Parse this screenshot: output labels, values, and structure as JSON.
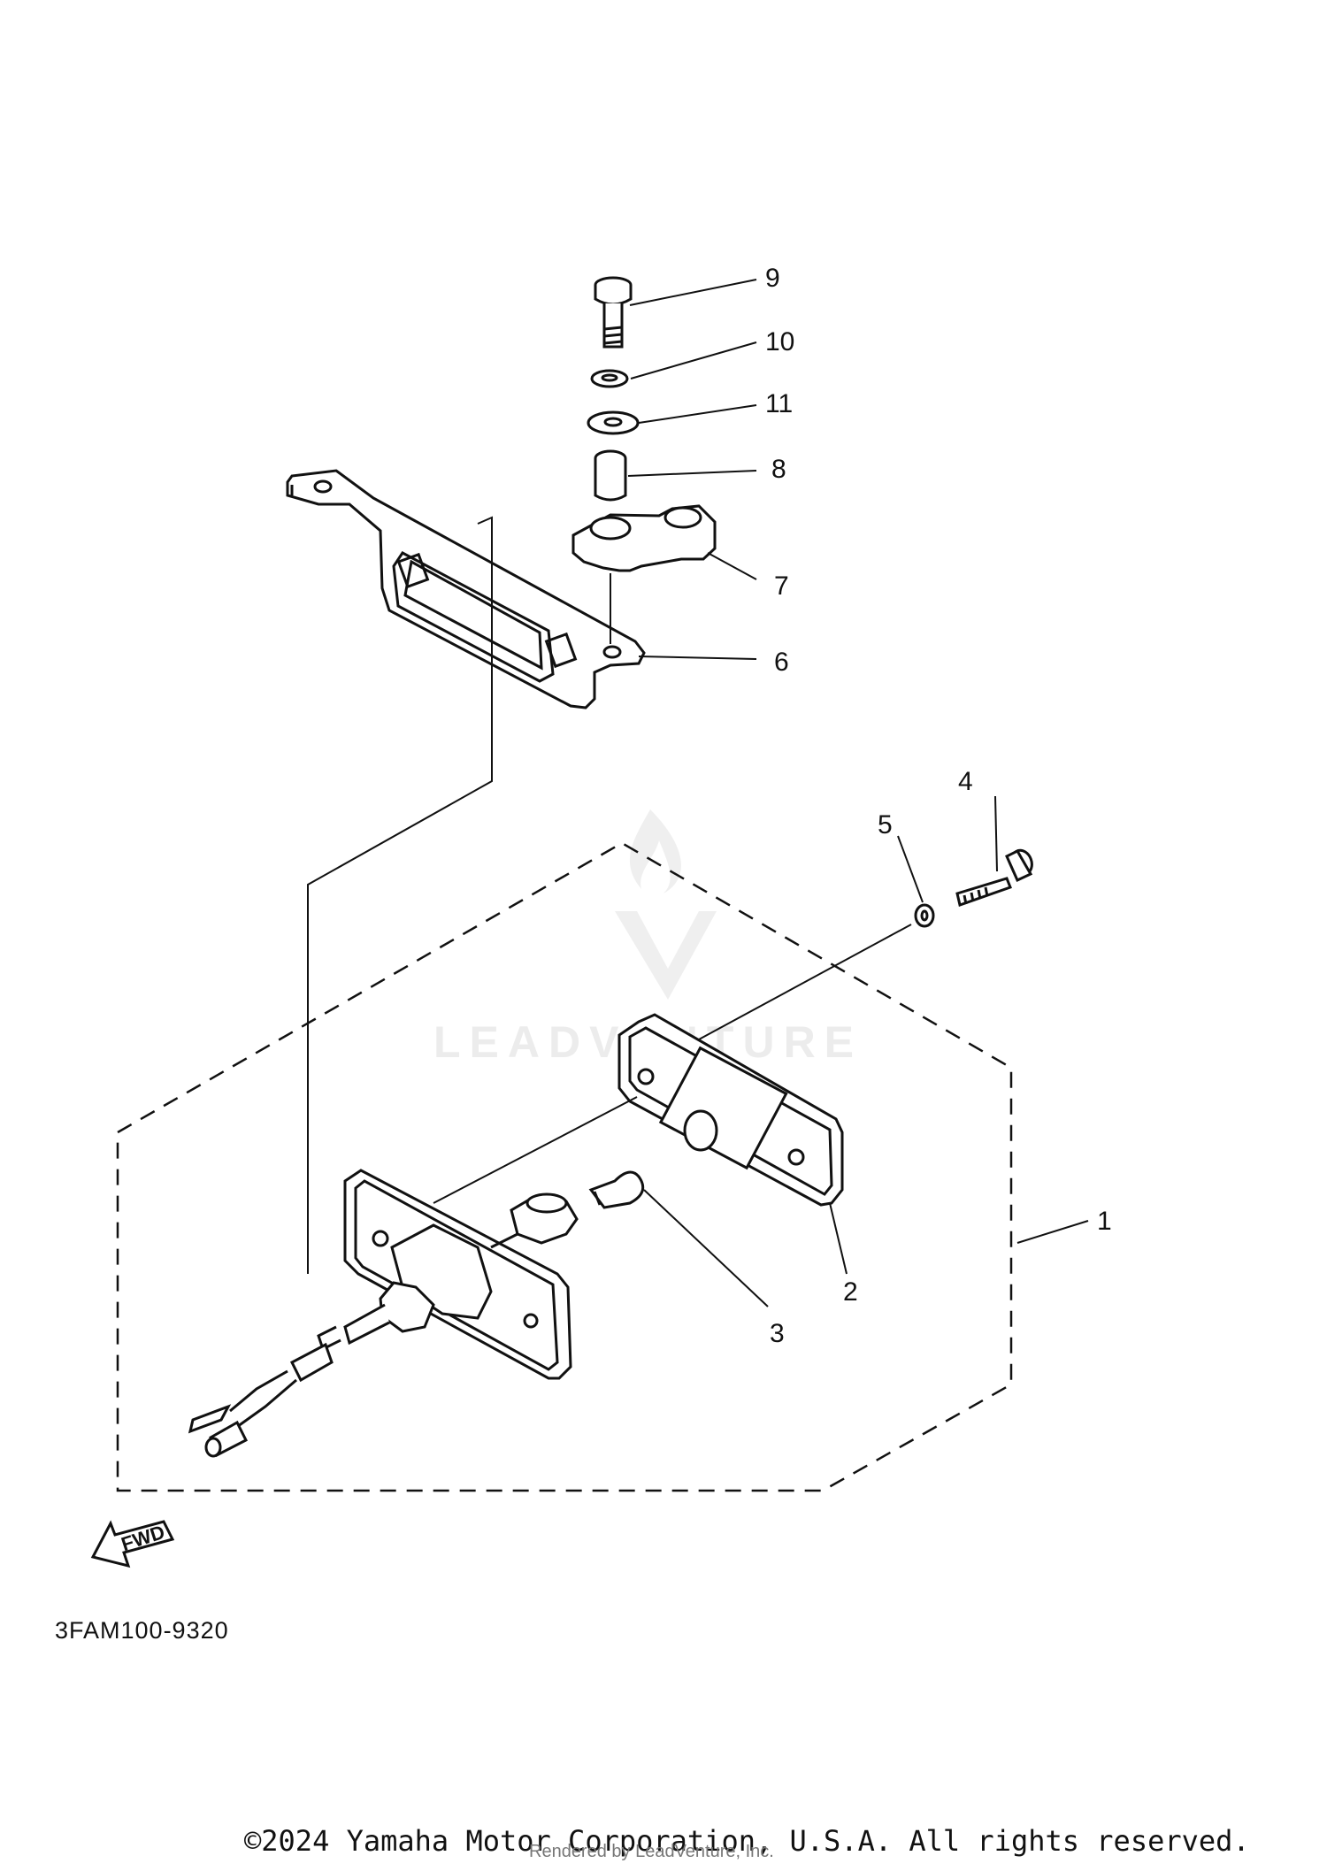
{
  "diagram_code": "3FAM100-9320",
  "copyright": "©2024 Yamaha Motor Corporation, U.S.A. All rights reserved.",
  "rendered_by": "Rendered by LeadVenture, Inc.",
  "watermark": "LEADVENTURE",
  "direction_marker": "FWD",
  "callouts": {
    "c1": "1",
    "c2": "2",
    "c3": "3",
    "c4": "4",
    "c5": "5",
    "c6": "6",
    "c7": "7",
    "c8": "8",
    "c9": "9",
    "c10": "10",
    "c11": "11"
  }
}
